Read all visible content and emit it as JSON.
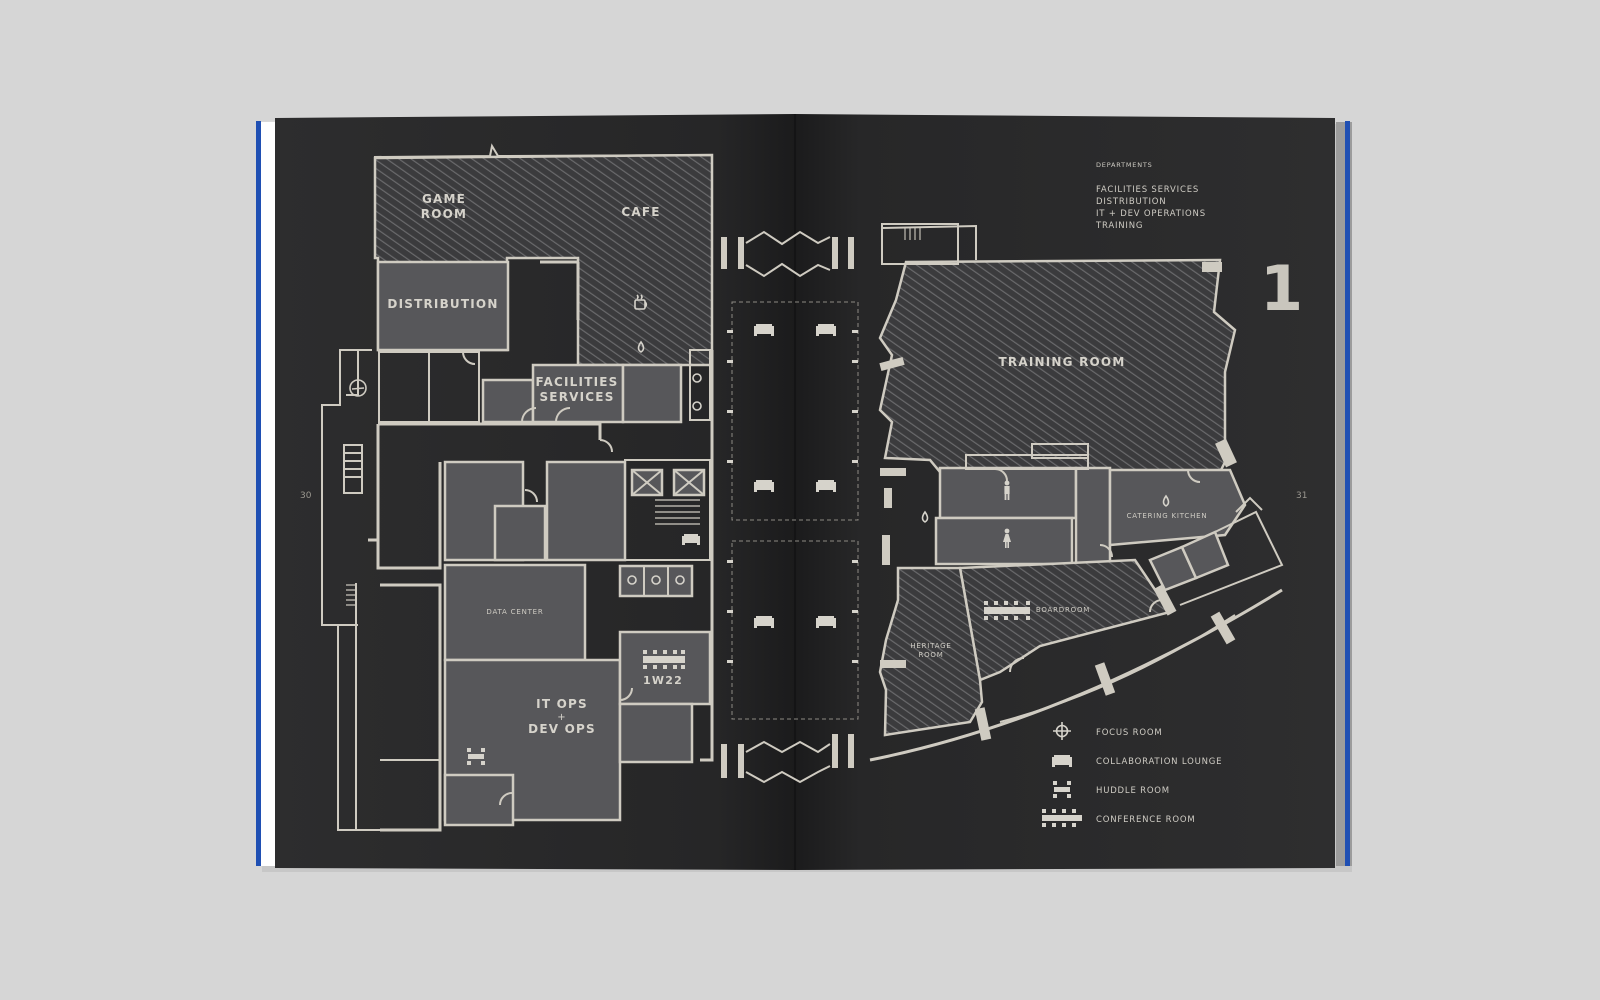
{
  "pages": {
    "left_number": "30",
    "right_number": "31",
    "floor_number": "1"
  },
  "colors": {
    "background": "#d6d6d6",
    "page": "#2d2d2e",
    "line": "#cfcbc1",
    "room_fill": "#57575a",
    "spine_accent": "#1f4fb3"
  },
  "departments": {
    "heading": "DEPARTMENTS",
    "items": [
      "FACILITIES SERVICES",
      "DISTRIBUTION",
      "IT + DEV OPERATIONS",
      "TRAINING"
    ]
  },
  "rooms": {
    "game_room_1": "GAME",
    "game_room_2": "ROOM",
    "cafe": "CAFE",
    "distribution": "DISTRIBUTION",
    "facilities_1": "FACILITIES",
    "facilities_2": "SERVICES",
    "data_center": "DATA CENTER",
    "r1w22": "1W22",
    "itops_1": "IT OPS",
    "itops_2": "+",
    "itops_3": "DEV OPS",
    "training_room": "TRAINING ROOM",
    "catering_kitchen": "CATERING KITCHEN",
    "boardroom": "BOARDROOM",
    "heritage_1": "HERITAGE",
    "heritage_2": "ROOM"
  },
  "legend": [
    {
      "icon": "crosshair-icon",
      "label": "FOCUS ROOM"
    },
    {
      "icon": "armchair-icon",
      "label": "COLLABORATION LOUNGE"
    },
    {
      "icon": "huddle-table-icon",
      "label": "HUDDLE ROOM"
    },
    {
      "icon": "conference-table-icon",
      "label": "CONFERENCE ROOM"
    }
  ]
}
